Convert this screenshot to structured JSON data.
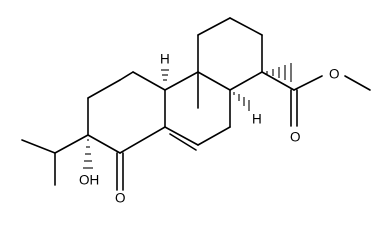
{
  "structure": {
    "atom_labels": {
      "h_top": "H",
      "h_right": "H",
      "oh": "OH",
      "ketone_o": "O",
      "ester_o_single": "O",
      "ester_o_double": "O"
    },
    "colors": {
      "bond": "#000000",
      "background": "#ffffff"
    }
  }
}
